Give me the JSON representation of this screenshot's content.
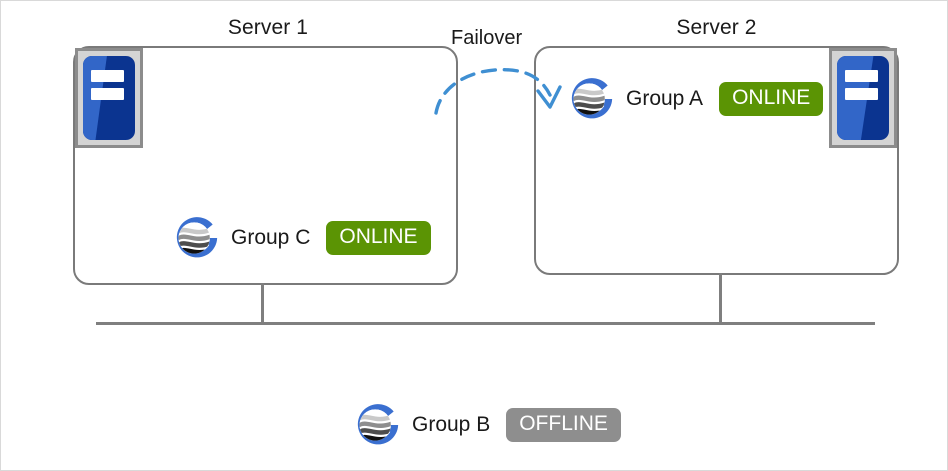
{
  "diagram": {
    "type": "cluster-failover-diagram",
    "servers": [
      {
        "id": "server-1",
        "title": "Server 1",
        "icon": "server-hardware-icon",
        "groups": [
          {
            "logo": "group-globe-logo",
            "label": "Group  C",
            "status": "ONLINE",
            "status_kind": "online"
          }
        ]
      },
      {
        "id": "server-2",
        "title": "Server 2",
        "icon": "server-hardware-icon",
        "groups": [
          {
            "logo": "group-globe-logo",
            "label": "Group  A",
            "status": "ONLINE",
            "status_kind": "online"
          }
        ]
      }
    ],
    "failover": {
      "label": "Failover",
      "arrow": "dashed-curved-arrow",
      "from": "Server 1",
      "to": "Server 2"
    },
    "detached_group": {
      "logo": "group-globe-logo",
      "label": "Group  B",
      "status": "OFFLINE",
      "status_kind": "offline"
    },
    "network": {
      "bus": "network-bus-line",
      "drops": [
        "server-1-drop-line",
        "server-2-drop-line"
      ]
    },
    "colors": {
      "online_badge": "#5b9404",
      "offline_badge": "#8e8e8e",
      "box_border": "#7a7a7a",
      "wire": "#7f7f7f",
      "failover_arrow": "#3f8fd2",
      "server_icon_dark": "#0b3490",
      "server_icon_light": "#3266c8",
      "logo_ring": "#3a6fd0",
      "text": "#1a1a1a"
    }
  }
}
